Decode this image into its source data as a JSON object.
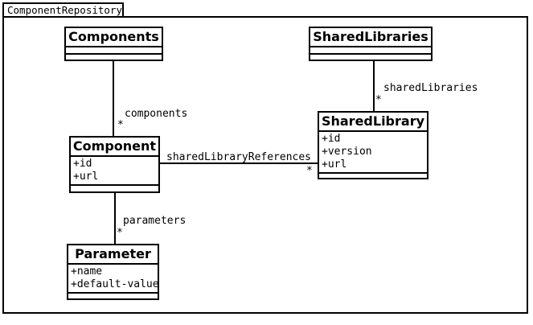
{
  "frame": {
    "title": "ComponentRepository"
  },
  "classes": [
    {
      "name": "Components",
      "attributes": []
    },
    {
      "name": "SharedLibraries",
      "attributes": []
    },
    {
      "name": "Component",
      "attributes": [
        "+id",
        "+url"
      ]
    },
    {
      "name": "SharedLibrary",
      "attributes": [
        "+id",
        "+version",
        "+url"
      ]
    },
    {
      "name": "Parameter",
      "attributes": [
        "+name",
        "+default-value"
      ]
    }
  ],
  "associations": [
    {
      "from": "Components",
      "to": "Component",
      "label": "components",
      "multiplicity": "*"
    },
    {
      "from": "SharedLibraries",
      "to": "SharedLibrary",
      "label": "sharedLibraries",
      "multiplicity": "*"
    },
    {
      "from": "Component",
      "to": "SharedLibrary",
      "label": "sharedLibraryReferences",
      "multiplicity": "*"
    },
    {
      "from": "Component",
      "to": "Parameter",
      "label": "parameters",
      "multiplicity": "*"
    }
  ],
  "colors": {
    "line": "#000000",
    "background": "#ffffff",
    "text": "#000000"
  }
}
